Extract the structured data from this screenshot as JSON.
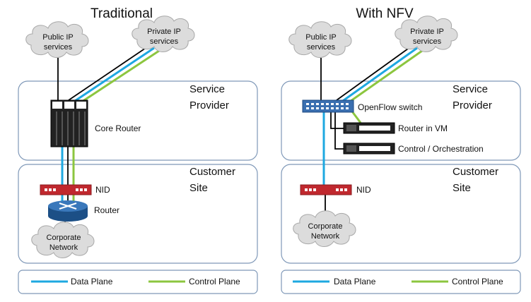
{
  "traditional": {
    "title": "Traditional",
    "clouds": {
      "public": [
        "Public IP",
        "services"
      ],
      "private": [
        "Private IP",
        "services"
      ],
      "corporate": [
        "Corporate",
        "Network"
      ]
    },
    "regions": {
      "service_provider": [
        "Service",
        "Provider"
      ],
      "customer_site": [
        "Customer",
        "Site"
      ]
    },
    "devices": {
      "core_router": "Core Router",
      "nid": "NID",
      "router": "Router"
    },
    "legend": {
      "data_plane": "Data Plane",
      "control_plane": "Control Plane"
    }
  },
  "nfv": {
    "title": "With NFV",
    "clouds": {
      "public": [
        "Public IP",
        "services"
      ],
      "private": [
        "Private IP",
        "services"
      ],
      "corporate": [
        "Corporate",
        "Network"
      ]
    },
    "regions": {
      "service_provider": [
        "Service",
        "Provider"
      ],
      "customer_site": [
        "Customer",
        "Site"
      ]
    },
    "devices": {
      "openflow_switch": "OpenFlow switch",
      "router_vm": "Router in VM",
      "control": "Control / Orchestration",
      "nid": "NID"
    },
    "legend": {
      "data_plane": "Data Plane",
      "control_plane": "Control Plane"
    }
  },
  "colors": {
    "data_plane": "#1ea8e0",
    "control_plane": "#8cc63f",
    "link": "#000000",
    "panel_border": "#7f98b8",
    "nid": "#c0282e",
    "switch": "#3a6fb0",
    "router": "#1c4f86",
    "server": "#222222",
    "cloud": "#dcdcdc"
  }
}
